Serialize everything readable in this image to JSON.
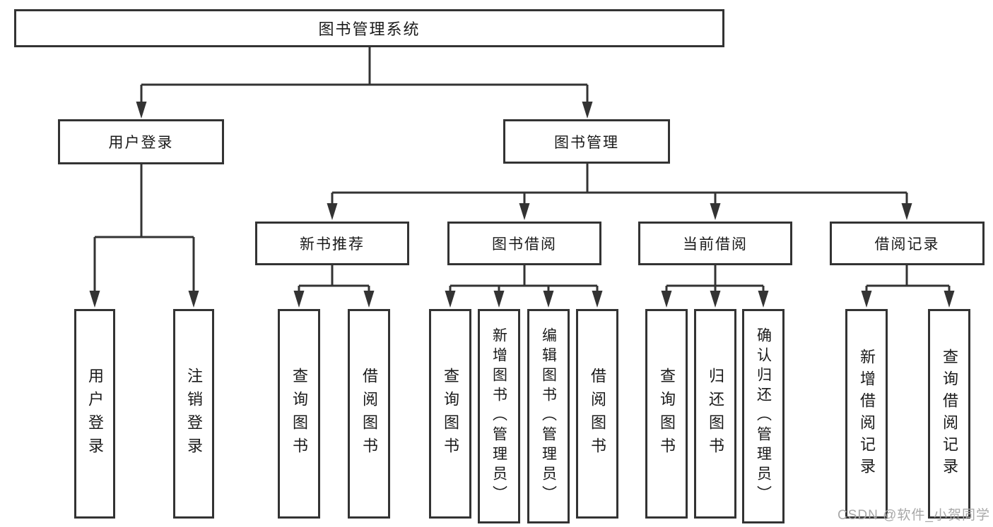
{
  "tree": {
    "root": {
      "label": "图书管理系统"
    },
    "branches": {
      "user_login": {
        "label": "用户登录",
        "children": [
          {
            "label": "用户登录"
          },
          {
            "label": "注销登录"
          }
        ]
      },
      "book_management": {
        "label": "图书管理",
        "sections": [
          {
            "label": "新书推荐",
            "children": [
              {
                "label": "查询图书"
              },
              {
                "label": "借阅图书"
              }
            ]
          },
          {
            "label": "图书借阅",
            "children": [
              {
                "label": "查询图书"
              },
              {
                "label": "新增图书（管理员）"
              },
              {
                "label": "编辑图书（管理员）"
              },
              {
                "label": "借阅图书"
              }
            ]
          },
          {
            "label": "当前借阅",
            "children": [
              {
                "label": "查询图书"
              },
              {
                "label": "归还图书"
              },
              {
                "label": "确认归还（管理员）"
              }
            ]
          },
          {
            "label": "借阅记录",
            "children": [
              {
                "label": "新增借阅记录"
              },
              {
                "label": "查询借阅记录"
              }
            ]
          }
        ]
      }
    }
  },
  "watermark": {
    "text": "CSDN @软件_小贺同学",
    "color": "#a8a8a8"
  },
  "colors": {
    "line": "#333333",
    "box_border": "#333333",
    "text": "#1a1a1a",
    "background": "#ffffff"
  }
}
